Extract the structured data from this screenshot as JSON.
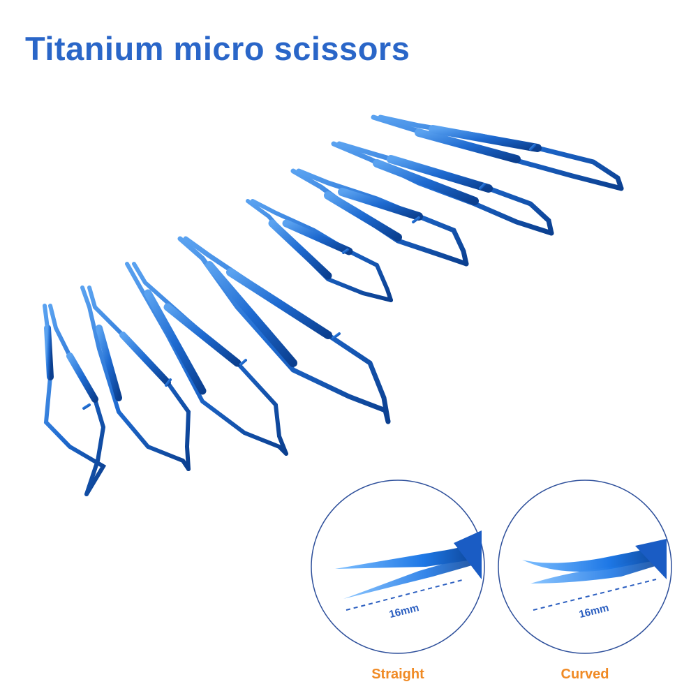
{
  "title": "Titanium micro scissors",
  "colors": {
    "title": "#2a66c8",
    "instrument": "#1e6ad0",
    "instrument_dark": "#0b3f8f",
    "instrument_light": "#5aa2f0",
    "caption": "#f08a24",
    "circle": "#2c4e9a"
  },
  "detail_views": [
    {
      "caption": "Straight",
      "measurement": "16mm",
      "tip_type": "straight"
    },
    {
      "caption": "Curved",
      "measurement": "16mm",
      "tip_type": "curved"
    }
  ]
}
